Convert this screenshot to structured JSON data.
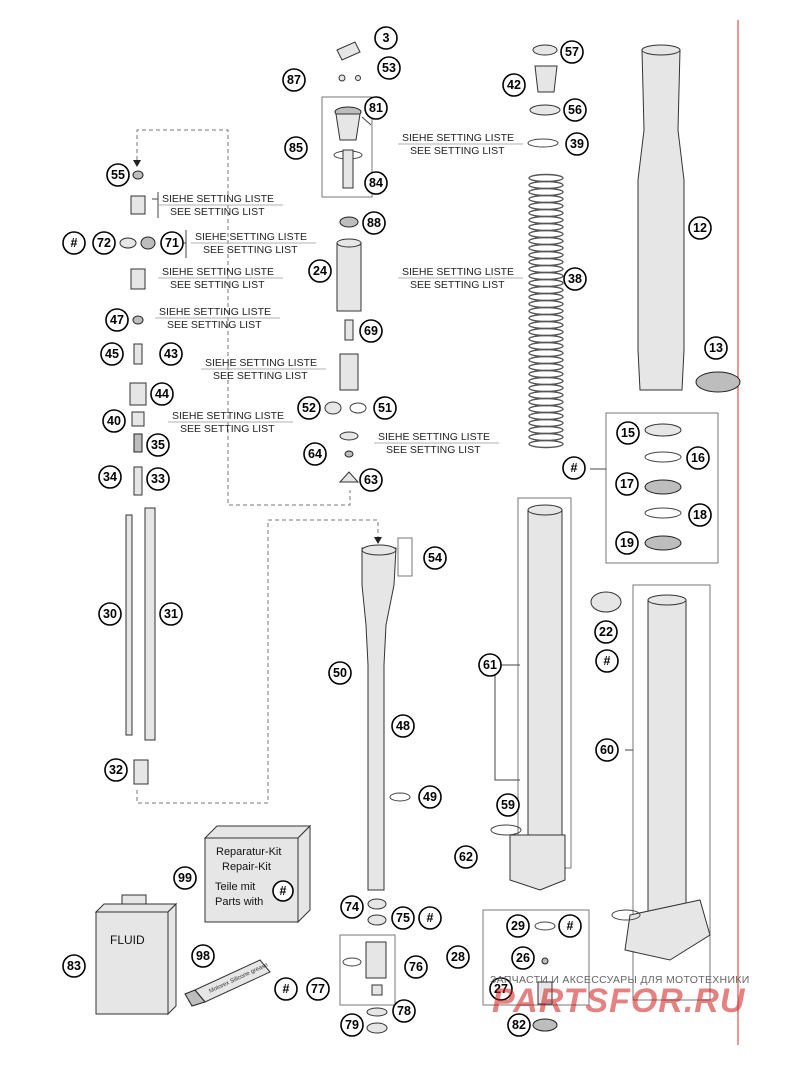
{
  "callouts": [
    "3",
    "87",
    "53",
    "81",
    "85",
    "84",
    "55",
    "72",
    "71",
    "#",
    "47",
    "45",
    "43",
    "44",
    "40",
    "35",
    "34",
    "33",
    "24",
    "88",
    "69",
    "52",
    "51",
    "64",
    "63",
    "57",
    "42",
    "56",
    "39",
    "38",
    "12",
    "13",
    "15",
    "16",
    "17",
    "18",
    "19",
    "54",
    "50",
    "48",
    "49",
    "30",
    "31",
    "32",
    "61",
    "59",
    "62",
    "60",
    "22",
    "99",
    "83",
    "98",
    "74",
    "75",
    "76",
    "77",
    "78",
    "79",
    "28",
    "29",
    "26",
    "27",
    "82"
  ],
  "notes": {
    "de": "SIEHE SETTING LISTE",
    "en": "SEE SETTING LIST"
  },
  "repair_kit": {
    "line1": "Reparatur-Kit",
    "line2": "Repair-Kit",
    "line3": "Teile mit",
    "line4": "Parts with",
    "mark": "#"
  },
  "fluid_label": "FLUID",
  "tube_label": "Motorex Silicone grease",
  "watermark": {
    "caption": "ЗАПЧАСТИ И АКСЕССУАРЫ ДЛЯ МОТОТЕХНИКИ",
    "brand": "PARTSFOR.RU"
  },
  "colors": {
    "line": "#333333",
    "margin_rule": "#e05050",
    "watermark": "#d01a1a"
  }
}
